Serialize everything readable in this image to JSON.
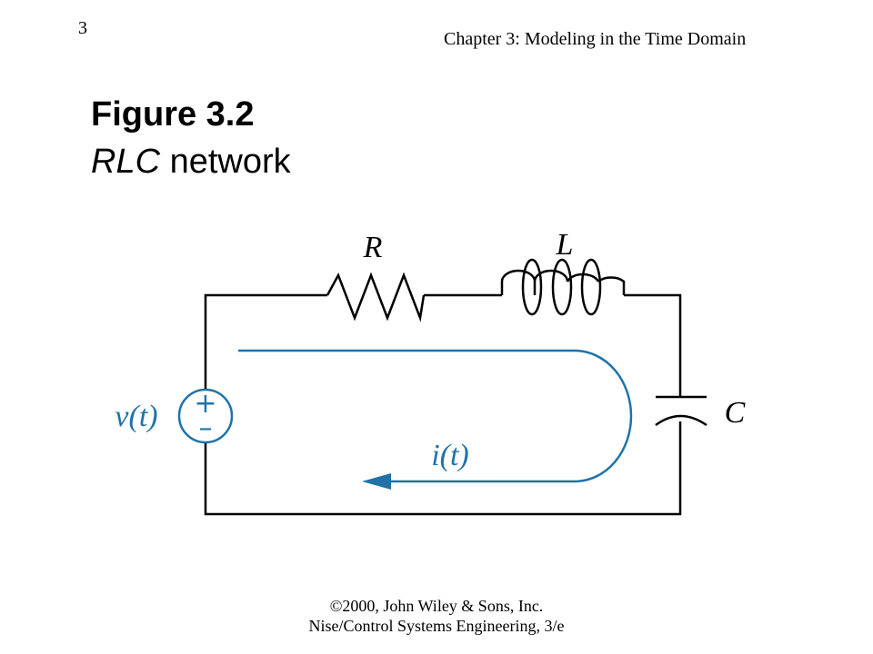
{
  "header": {
    "page_number": "3",
    "chapter": "Chapter 3: Modeling in the Time Domain"
  },
  "figure": {
    "title": "Figure 3.2",
    "caption_italic": "RLC",
    "caption_rest": " network"
  },
  "diagram": {
    "resistor_label": "R",
    "inductor_label": "L",
    "capacitor_label": "C",
    "source_label": "v(t)",
    "source_plus": "+",
    "source_minus": "–",
    "current_label": "i(t)",
    "colors": {
      "wire": "#000000",
      "accent": "#1f73a8"
    }
  },
  "footer": {
    "line1": "©2000, John Wiley & Sons, Inc.",
    "line2": "Nise/Control Systems Engineering, 3/e"
  }
}
